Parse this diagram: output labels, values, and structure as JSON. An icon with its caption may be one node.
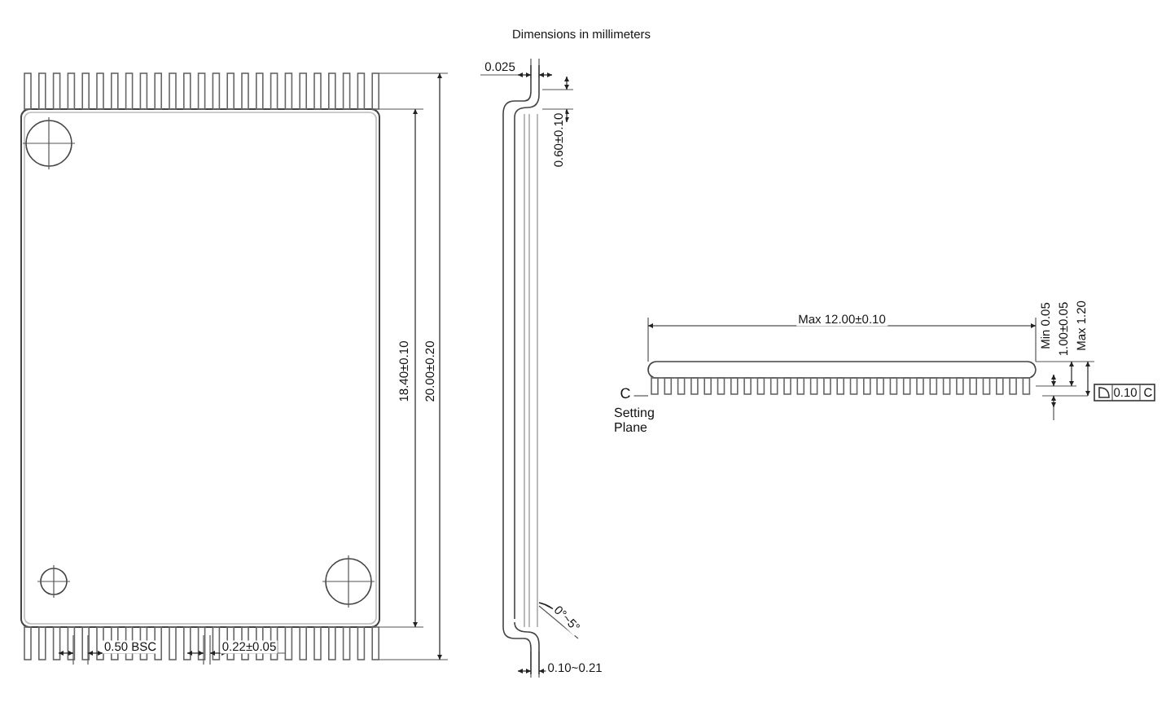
{
  "diagram": {
    "title": "Dimensions in millimeters",
    "nodes": [
      {
        "text": [
          "C"
        ]
      },
      {
        "text": [],
        "shape": "picture"
      }
    ],
    "edges": [
      {
        "from": 0,
        "to": 1,
        "arrow": "none"
      }
    ],
    "labels": [
      "0.025",
      "0.60±0.10",
      "18.40±0.10",
      "20.00±0.20",
      "Max 12.00±0.10",
      "Min 0.05",
      "1.00±0.05",
      "Max 1.20",
      "Setting Plane",
      "0.10",
      "C",
      "0°~5°",
      "0.50 BSC",
      "0.22±0.05",
      "0.10~0.21"
    ]
  }
}
